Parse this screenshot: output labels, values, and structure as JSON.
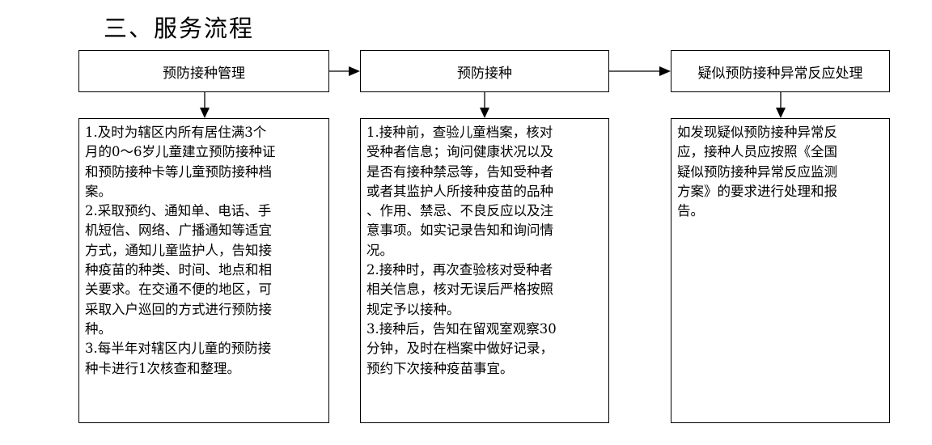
{
  "title": "三、服务流程",
  "steps": [
    {
      "heading": "预防接种管理",
      "lines": [
        "1.及时为辖区内所有居住满3个",
        "月的0～6岁儿童建立预防接种证",
        "和预防接种卡等儿童预防接种档",
        "案。",
        "2.采取预约、通知单、电话、手",
        "机短信、网络、广播通知等适宜",
        "方式，通知儿童监护人，告知接",
        "种疫苗的种类、时间、地点和相",
        "关要求。在交通不便的地区，可",
        "采取入户巡回的方式进行预防接",
        "种。",
        "3.每半年对辖区内儿童的预防接",
        "种卡进行1次核查和整理。"
      ]
    },
    {
      "heading": "预防接种",
      "lines": [
        "1.接种前，查验儿童档案，核对",
        "受种者信息；询问健康状况以及",
        "是否有接种禁忌等，告知受种者",
        "或者其监护人所接种疫苗的品种",
        "、作用、禁忌、不良反应以及注",
        "意事项。如实记录告知和询问情",
        "况。",
        "2.接种时，再次查验核对受种者",
        "相关信息，核对无误后严格按照",
        "规定予以接种。",
        "3.接种后，告知在留观室观察30",
        "分钟，及时在档案中做好记录，",
        "预约下次接种疫苗事宜。"
      ]
    },
    {
      "heading": "疑似预防接种异常反应处理",
      "lines": [
        "如发现疑似预防接种异常反",
        "应，接种人员应按照《全国",
        "疑似预防接种异常反应监测",
        "方案》的要求进行处理和报",
        "告。"
      ]
    }
  ]
}
